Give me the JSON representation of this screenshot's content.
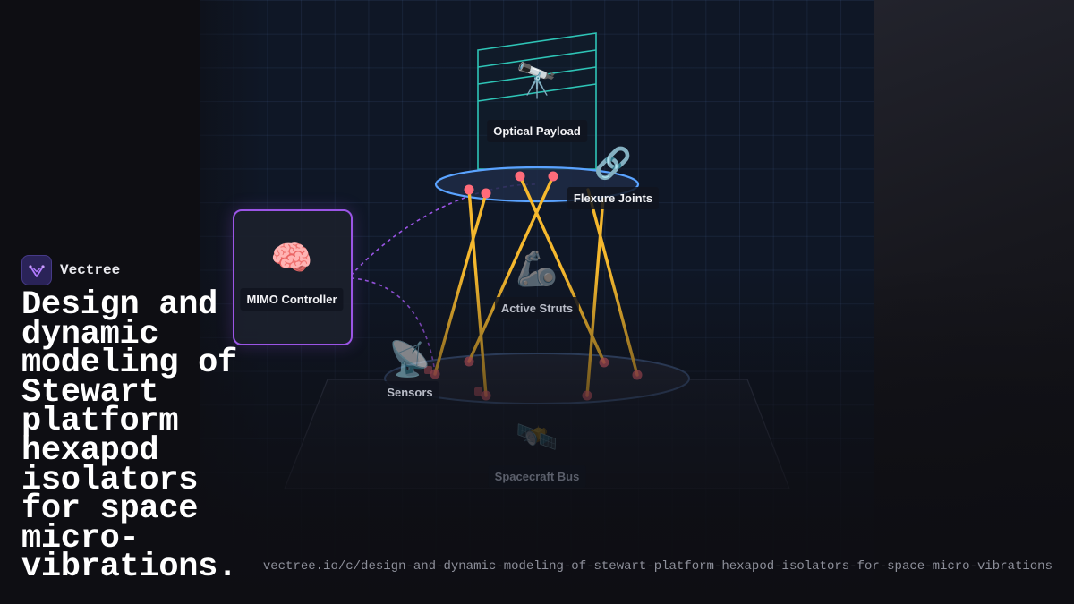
{
  "brand": {
    "name": "Vectree",
    "icon": "vectree-logo-icon",
    "accent": "#9b55e6"
  },
  "headline": "Design and dynamic modeling of Stewart platform hexapod isolators for space micro-vibrations.",
  "url": "vectree.io/c/design-and-dynamic-modeling-of-stewart-platform-hexapod-isolators-for-space-micro-vibrations",
  "diagram": {
    "nodes": {
      "payload": {
        "label": "Optical Payload",
        "emoji": "🔭",
        "icon": "telescope-icon"
      },
      "joints": {
        "label": "Flexure Joints",
        "emoji": "🔗",
        "icon": "link-icon"
      },
      "controller": {
        "label": "MIMO Controller",
        "emoji": "🧠",
        "icon": "brain-icon"
      },
      "struts": {
        "label": "Active Struts",
        "emoji": "🦾",
        "icon": "mechanical-arm-icon"
      },
      "sensors": {
        "label": "Sensors",
        "emoji": "📡",
        "icon": "satellite-dish-icon"
      },
      "bus": {
        "label": "Spacecraft Bus",
        "emoji": "🛰️",
        "icon": "satellite-icon"
      }
    },
    "colors": {
      "payload_frame": "#2ec4b6",
      "top_platform": "#5aa3ff",
      "struts": "#f5b82e",
      "joint_dots": "#ff6b7a",
      "controller": "#9b55e6",
      "grid_bg": "#0f1726"
    }
  }
}
